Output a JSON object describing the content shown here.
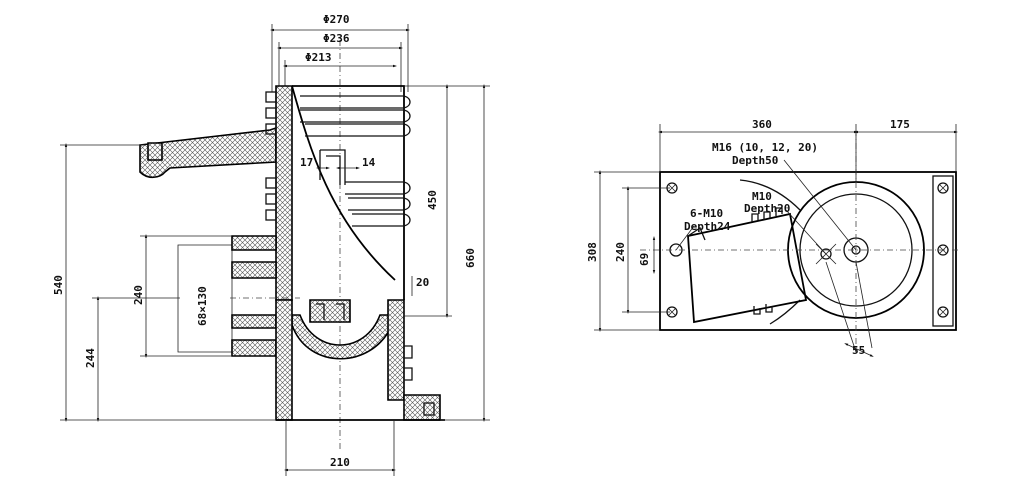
{
  "side_view": {
    "dia_outer": "Φ270",
    "dia_mid": "Φ236",
    "dia_inner": "Φ213",
    "dim_17": "17",
    "dim_14": "14",
    "dim_450": "450",
    "dim_660": "660",
    "dim_540": "540",
    "dim_240": "240",
    "dim_244": "244",
    "dim_20": "20",
    "dim_window": "68×130",
    "dim_210": "210"
  },
  "top_view": {
    "dim_360": "360",
    "dim_175": "175",
    "thread_main": "M16 (10, 12, 20)",
    "thread_main_depth": "Depth50",
    "thread_m10": "M10",
    "thread_m10_depth": "Depth20",
    "holes": "6-M10",
    "holes_depth": "Depth24",
    "dim_308": "308",
    "dim_240": "240",
    "dim_69": "69",
    "dim_55": "55"
  }
}
